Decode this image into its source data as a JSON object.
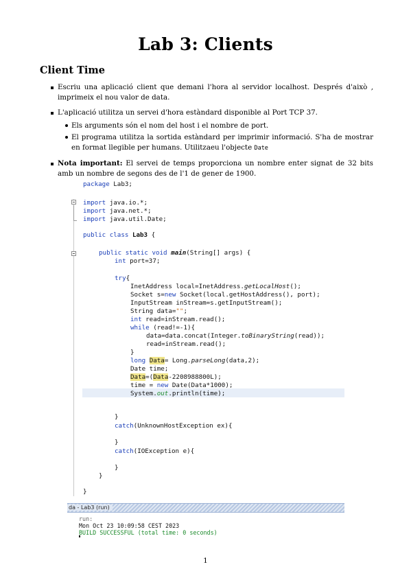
{
  "document": {
    "title": "Lab 3: Clients",
    "section": "Client Time",
    "bullets": [
      "Escriu una aplicació client que demani l'hora al servidor localhost. Després d'això , imprimeix el nou valor de data.",
      "L'aplicació utilitza un servei d'hora estàndard disponible al Port TCP 37."
    ],
    "sub_bullets": [
      "Els arguments són el nom del host i el nombre de port.",
      "El programa utilitza la sortida estàndard per imprimir informació. S'ha de mostrar en format llegible per humans. Utilitzaeu l'objecte",
      "Date"
    ],
    "note_label": "Nota important:",
    "note_text": "El servei de temps proporciona un nombre enter signat de 32 bits amb un nombre de segons des de l'1 de gener de 1900.",
    "page_number": "1"
  },
  "code": {
    "lines": [
      "package Lab3;",
      "import java.io.*;",
      "import java.net.*;",
      "import java.util.Date;",
      "public class Lab3 {",
      "public static void main(String[] args) {",
      "int port=37;",
      "try{",
      "InetAddress local=InetAddress.getLocalHost();",
      "Socket s=new Socket(local.getHostAddress(), port);",
      "InputStream inStream=s.getInputStream();",
      "String data=\"\";",
      "int read=inStream.read();",
      "while (read!=-1){",
      "data=data.concat(Integer.toBinaryString(read));",
      "read=inStream.read();",
      "}",
      "long Data= Long.parseLong(data,2);",
      "Date time;",
      "Data=(Data-2208988800L);",
      "time = new Date(Data*1000);",
      "System.out.println(time);",
      "}",
      "catch(UnknownHostException ex){",
      "}",
      "catch(IOException e){",
      "}",
      "}",
      "}"
    ],
    "output_tab": "da - Lab3 (run)",
    "output_lines": [
      "run:",
      "Mon Oct 23 10:09:58 CEST 2023",
      "BUILD SUCCESSFUL (total time: 0 seconds)"
    ]
  }
}
